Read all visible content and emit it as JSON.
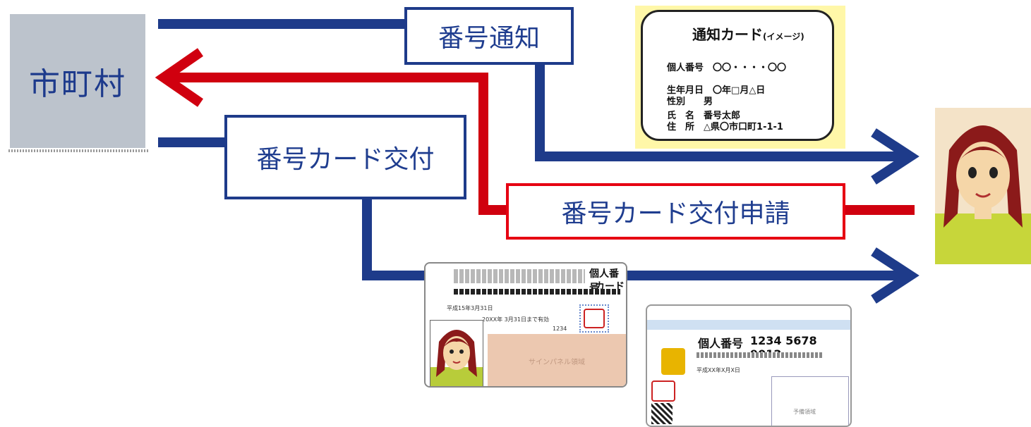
{
  "city": {
    "label": "市町村"
  },
  "labels": {
    "notification": "番号通知",
    "card_issue": "番号カード交付",
    "card_application": "番号カード交付申請"
  },
  "notice_card": {
    "title": "通知カード",
    "title_suffix": "(イメージ)",
    "rows": [
      {
        "key": "個人番号",
        "value": "〇〇・・・・〇〇"
      },
      {
        "key": "生年月日",
        "value": "〇年□月△日"
      },
      {
        "key": "性別",
        "value": "男"
      },
      {
        "key": "氏　名",
        "value": "番号太郎"
      },
      {
        "key": "住　所",
        "value": "△県〇市口町1-1-1"
      }
    ]
  },
  "card_front": {
    "title_line1": "個人番号",
    "title_line2": "カード",
    "date_text": "平成15年3月31日",
    "valid_text": "20XX年 3月31日まで有効",
    "number_text": "1234",
    "signature_panel": "サインパネル領域"
  },
  "card_back": {
    "label": "個人番号",
    "number": "1234 5678 9012",
    "field_text": "平成XX年X月X日",
    "note": "予備領域"
  },
  "colors": {
    "blue": "#1e3b8a",
    "red": "#d0000f",
    "gray_box": "#bcc3cc"
  }
}
